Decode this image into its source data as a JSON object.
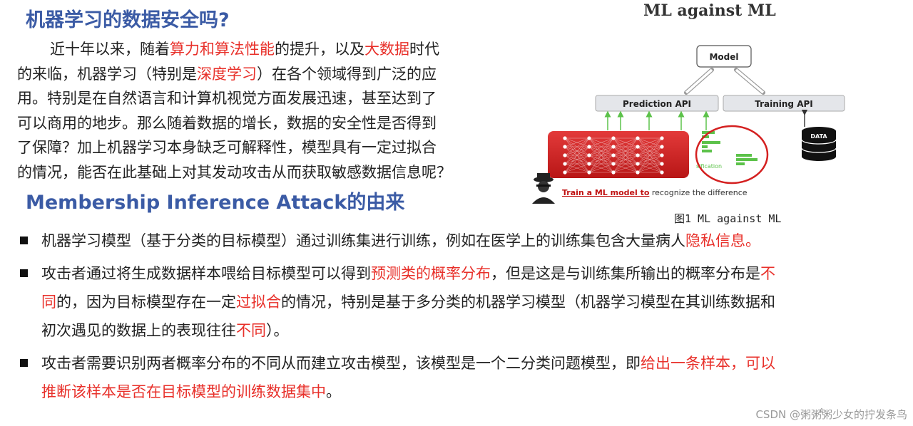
{
  "heading_top": "机器学习的数据安全吗?",
  "intro": {
    "lines": [
      [
        {
          "t": "近十年以来，随着"
        },
        {
          "t": "算力和算法性能",
          "red": true
        },
        {
          "t": "的提升，以及"
        },
        {
          "t": "大数据",
          "red": true
        },
        {
          "t": "时代"
        }
      ],
      [
        {
          "t": "的来临，机器学习（特别是"
        },
        {
          "t": "深度学习",
          "red": true
        },
        {
          "t": "）在各个领域得到广泛的应"
        }
      ],
      [
        {
          "t": "用。特别是在自然语言和计算机视觉方面发展迅速，甚至达到了"
        }
      ],
      [
        {
          "t": "可以商用的地步。那么随着数据的增长，数据的安全性是否得到"
        }
      ],
      [
        {
          "t": "了保障？加上机器学习本身缺乏可解释性，模型具有一定过拟合"
        }
      ],
      [
        {
          "t": "的情况，能否在此基础上对其发动攻击从而获取敏感数据信息呢？"
        }
      ]
    ]
  },
  "heading_mid": "Membership Inference Attack的由来",
  "bullets": [
    {
      "lines": [
        [
          {
            "t": "机器学习模型（基于分类的目标模型）通过训练集进行训练，例如在医学上的训练集包含大量病人"
          },
          {
            "t": "隐私信息。",
            "red": true
          }
        ]
      ]
    },
    {
      "lines": [
        [
          {
            "t": "攻击者通过将生成数据样本喂给目标模型可以得到"
          },
          {
            "t": "预测类的概率分布",
            "red": true
          },
          {
            "t": "，但是这是与训练集所输出的概率分布是"
          },
          {
            "t": "不",
            "red": true
          }
        ],
        [
          {
            "t": "同",
            "red": true
          },
          {
            "t": "的，因为目标模型存在一定"
          },
          {
            "t": "过拟合",
            "red": true
          },
          {
            "t": "的情况，特别是基于多分类的机器学习模型（机器学习模型在其训练数据和"
          }
        ],
        [
          {
            "t": "初次遇见的数据上的表现往往"
          },
          {
            "t": "不同",
            "red": true
          },
          {
            "t": "）。"
          }
        ]
      ]
    },
    {
      "lines": [
        [
          {
            "t": "攻击者需要识别两者概率分布的不同从而建立攻击模型，该模型是一个二分类问题模型，即"
          },
          {
            "t": "给出一条样本，可以",
            "red": true
          }
        ],
        [
          {
            "t": "推断该样本是否在目标模型的训练数据集中",
            "red": true
          },
          {
            "t": "。"
          }
        ]
      ]
    }
  ],
  "figure": {
    "title": "ML against ML",
    "model_label": "Model",
    "prediction_api_label": "Prediction API",
    "training_api_label": "Training API",
    "data_label": "DATA",
    "train_text_bold": "Train a ML model to",
    "train_text_rest": " recognize the difference",
    "partial_label": "sification",
    "caption": "图1 ML against ML"
  },
  "watermark": "CSDN @粥粥粥少女的拧发条鸟",
  "page_number": "4",
  "colors": {
    "heading": "#3b5ba5",
    "highlight": "#e8302a",
    "network_red": "#d42020",
    "bar_green": "#5cc24a"
  }
}
